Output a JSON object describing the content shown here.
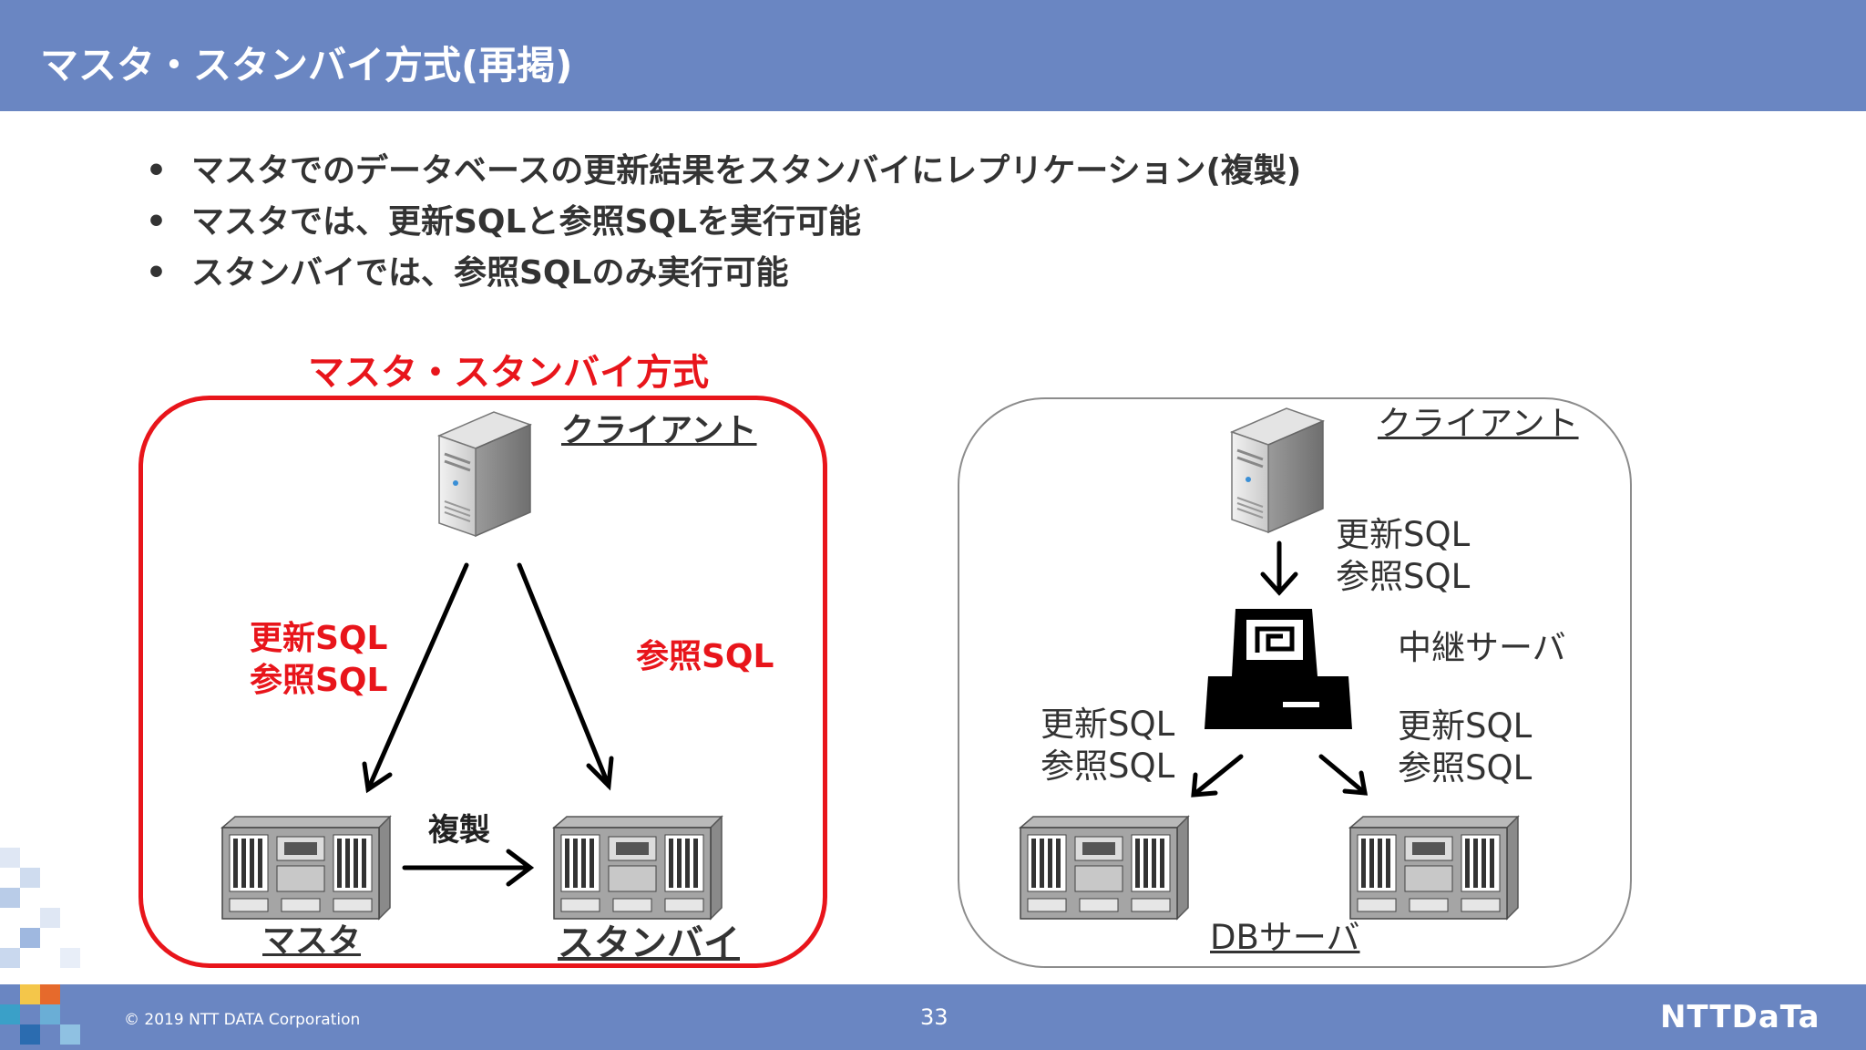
{
  "header": {
    "title": "マスタ・スタンバイ方式(再掲)"
  },
  "bullets": [
    "マスタでのデータベースの更新結果をスタンバイにレプリケーション(複製)",
    "マスタでは、更新SQLと参照SQLを実行可能",
    "スタンバイでは、参照SQLのみ実行可能"
  ],
  "left_diagram": {
    "title": "マスタ・スタンバイ方式",
    "client_label": "クライアント",
    "master_arrow_label": [
      "更新SQL",
      "参照SQL"
    ],
    "standby_arrow_label": "参照SQL",
    "replication_label": "複製",
    "master_label": "マスタ",
    "standby_label": "スタンバイ"
  },
  "right_diagram": {
    "client_label": "クライアント",
    "client_arrow_label": [
      "更新SQL",
      "参照SQL"
    ],
    "relay_label": "中継サーバ",
    "left_db_label": [
      "更新SQL",
      "参照SQL"
    ],
    "right_db_label": [
      "更新SQL",
      "参照SQL"
    ],
    "db_label": "DBサーバ"
  },
  "footer": {
    "copyright": "© 2019 NTT DATA Corporation",
    "page_number": "33",
    "logo": "NTTDaTa"
  }
}
